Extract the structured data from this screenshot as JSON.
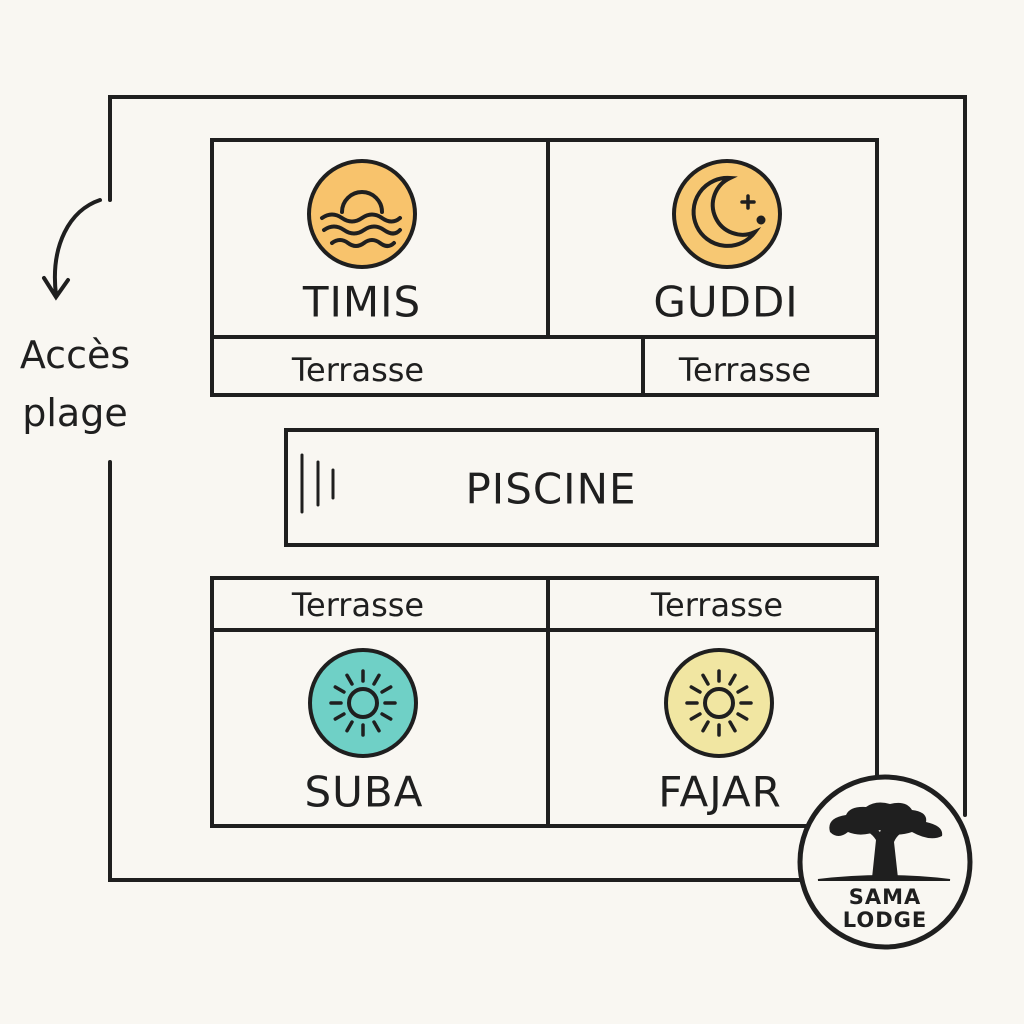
{
  "side_label": {
    "line1": "Accès",
    "line2": "plage"
  },
  "rooms": [
    {
      "name": "TIMIS",
      "icon": "sunset-over-waves-icon",
      "color": "#f8c36c"
    },
    {
      "name": "GUDDI",
      "icon": "moon-star-icon",
      "color": "#f7c873"
    },
    {
      "name": "SUBA",
      "icon": "sun-icon",
      "color": "#6fd0c6"
    },
    {
      "name": "FAJAR",
      "icon": "sun-icon",
      "color": "#f1e6a2"
    }
  ],
  "terraces": [
    "Terrasse",
    "Terrasse",
    "Terrasse",
    "Terrasse"
  ],
  "pool": "PISCINE",
  "logo": {
    "line1": "SAMA",
    "line2": "LODGE"
  }
}
